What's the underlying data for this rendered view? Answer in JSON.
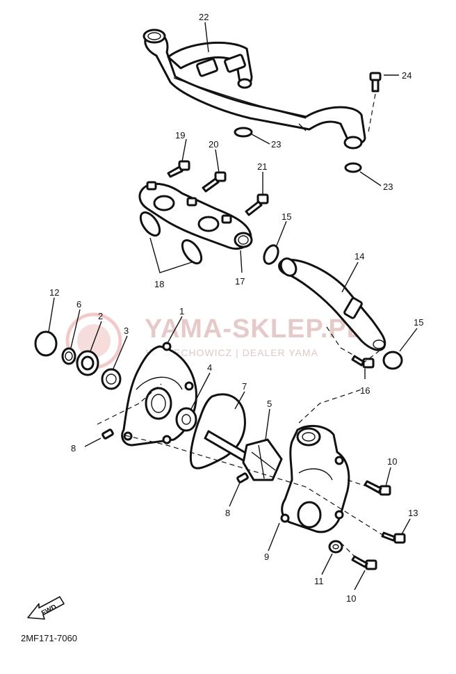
{
  "watermark": {
    "brand": "YAMA-SKLEP.PL",
    "subtitle_left": "W",
    "subtitle_mid": "ECHOWICZ | DEALER YAMA",
    "logo_color": "#f3caca"
  },
  "diagram_code": "2MF171-7060",
  "fwd_label": "FWD",
  "callouts": {
    "c1": "1",
    "c2": "2",
    "c3": "3",
    "c4": "4",
    "c5": "5",
    "c6": "6",
    "c7": "7",
    "c8a": "8",
    "c8b": "8",
    "c9": "9",
    "c10a": "10",
    "c10b": "10",
    "c11": "11",
    "c12": "12",
    "c13": "13",
    "c14": "14",
    "c15a": "15",
    "c15b": "15",
    "c16": "16",
    "c17": "17",
    "c18": "18",
    "c19": "19",
    "c20": "20",
    "c21": "21",
    "c22": "22",
    "c23a": "23",
    "c23b": "23",
    "c24": "24"
  }
}
